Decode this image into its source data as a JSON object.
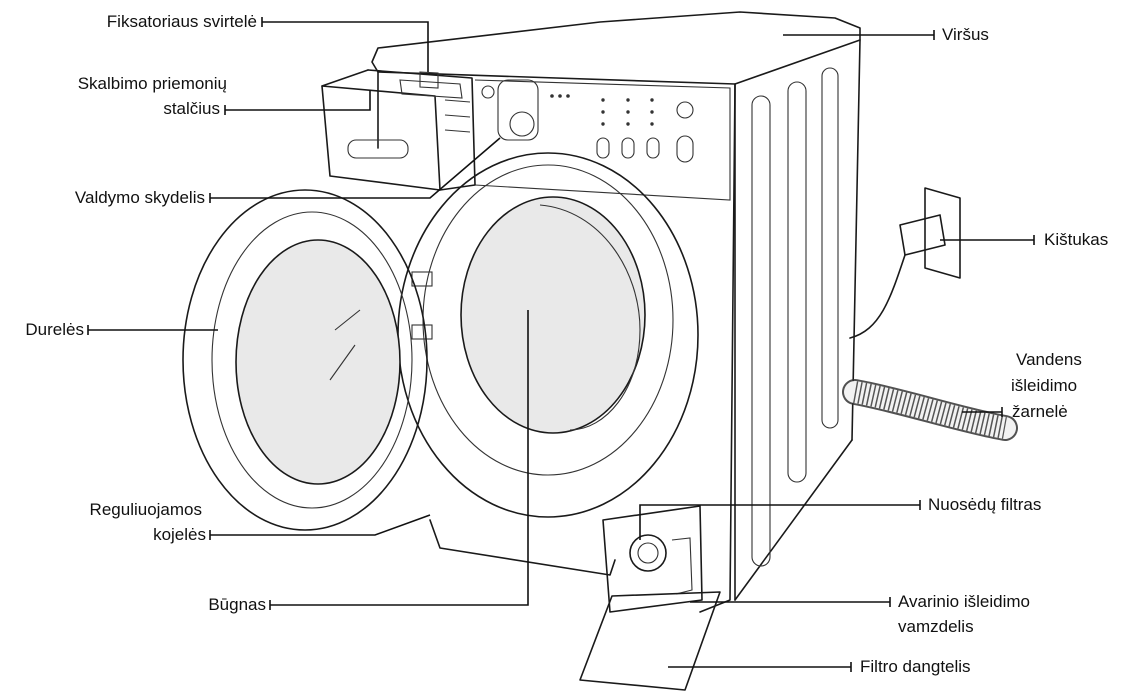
{
  "labels": {
    "fiksatoriaus_svirtele": "Fiksatoriaus svirtelė",
    "skalbimo_priemoniu_stalcius_1": "Skalbimo priemonių",
    "skalbimo_priemoniu_stalcius_2": "stalčius",
    "valdymo_skydelis": "Valdymo skydelis",
    "dureles": "Durelės",
    "reguliuojamos_kojeles_1": "Reguliuojamos",
    "reguliuojamos_kojeles_2": "kojelės",
    "bugnas": "Būgnas",
    "virsus": "Viršus",
    "kistukas": "Kištukas",
    "vandens_isleidimo_zarnele_1": "Vandens",
    "vandens_isleidimo_zarnele_2": "išleidimo",
    "vandens_isleidimo_zarnele_3": "žarnelė",
    "nuosedu_filtras": "Nuosėdų filtras",
    "avarinio_isleidimo_vamzdelis_1": "Avarinio išleidimo",
    "avarinio_isleidimo_vamzdelis_2": "vamzdelis",
    "filtro_dangtelis": "Filtro dangtelis"
  }
}
